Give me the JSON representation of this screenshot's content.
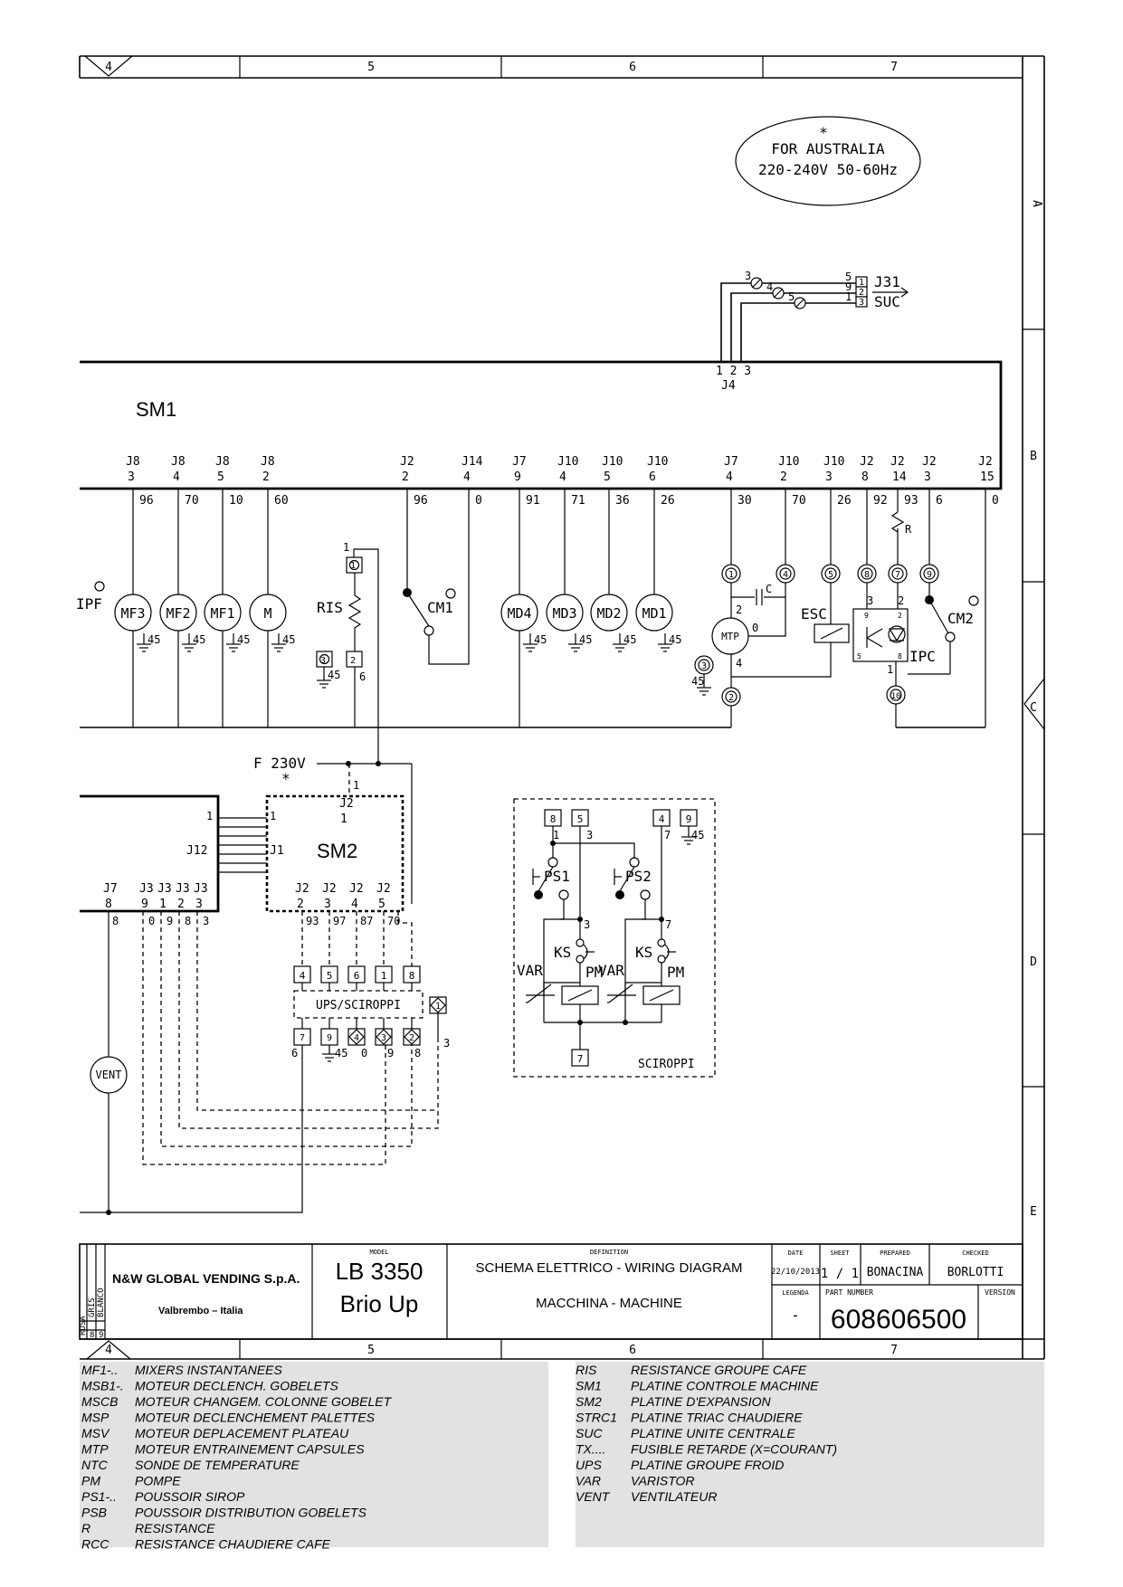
{
  "frame": {
    "columns": [
      "4",
      "5",
      "6",
      "7"
    ],
    "rows": [
      "A",
      "B",
      "C",
      "D",
      "E"
    ]
  },
  "note": {
    "star": "*",
    "line1": "FOR AUSTRALIA",
    "line2": "220-240V 50-60Hz"
  },
  "boards": {
    "sm1": "SM1",
    "sm2": "SM2"
  },
  "j31": {
    "label": "J31",
    "sub": "SUC",
    "pins": [
      "1",
      "2",
      "3"
    ],
    "wires": [
      "5",
      "9",
      "1"
    ],
    "fuses": [
      "3",
      "4",
      "5"
    ]
  },
  "j4": {
    "pins": "1 2 3",
    "label": "J4"
  },
  "sm1_connectors": [
    {
      "conn": "J8",
      "pin": "3",
      "wire": "96"
    },
    {
      "conn": "J8",
      "pin": "4",
      "wire": "70"
    },
    {
      "conn": "J8",
      "pin": "5",
      "wire": "10"
    },
    {
      "conn": "J8",
      "pin": "2",
      "wire": "60"
    },
    {
      "conn": "J2",
      "pin": "2",
      "wire": "96"
    },
    {
      "conn": "J14",
      "pin": "4",
      "wire": "0"
    },
    {
      "conn": "J7",
      "pin": "9",
      "wire": "91"
    },
    {
      "conn": "J10",
      "pin": "4",
      "wire": "71"
    },
    {
      "conn": "J10",
      "pin": "5",
      "wire": "36"
    },
    {
      "conn": "J10",
      "pin": "6",
      "wire": "26"
    },
    {
      "conn": "J7",
      "pin": "4",
      "wire": "30"
    },
    {
      "conn": "J10",
      "pin": "2",
      "wire": "70"
    },
    {
      "conn": "J10",
      "pin": "3",
      "wire": "26"
    },
    {
      "conn": "J2",
      "pin": "8",
      "wire": "92"
    },
    {
      "conn": "J2",
      "pin": "14",
      "wire": "93"
    },
    {
      "conn": "J2",
      "pin": "3",
      "wire": "6"
    },
    {
      "conn": "J2",
      "pin": "15",
      "wire": "0"
    }
  ],
  "components": {
    "ipf": "IPF",
    "motors": [
      "MF3",
      "MF2",
      "MF1",
      "M"
    ],
    "md": [
      "MD4",
      "MD3",
      "MD2",
      "MD1"
    ],
    "ground": "45",
    "ris": "RIS",
    "cm1": "CM1",
    "mtp": "MTP",
    "esc": "ESC",
    "cm2": "CM2",
    "ipc": "IPC",
    "r": "R",
    "c": "C",
    "vent": "VENT"
  },
  "terminals": {
    "ris": [
      "1",
      "3",
      "2",
      "6",
      "1"
    ],
    "mtp": [
      "1",
      "4",
      "3",
      "2",
      "2",
      "0",
      "4"
    ],
    "right": [
      "5",
      "8",
      "7",
      "9",
      "10"
    ],
    "ipc_pins": [
      "9",
      "2",
      "5",
      "8"
    ],
    "ipc_wires": [
      "3",
      "2",
      "1"
    ]
  },
  "power": {
    "fuse": "F 230V",
    "star": "*",
    "wire": "1",
    "j2": "J2",
    "j2pin": "1"
  },
  "sm2_block": {
    "j12": "J12",
    "j1": "J1",
    "pin1a": "1",
    "pin1b": "1",
    "j7": "J7",
    "j7pin": "8",
    "j7wire": "8",
    "j3": [
      "J3",
      "J3",
      "J3",
      "J3"
    ],
    "j3pins": [
      "9",
      "1",
      "2",
      "3"
    ],
    "j3wires": [
      "0",
      "9",
      "8",
      "3"
    ],
    "j2": [
      "J2",
      "J2",
      "J2",
      "J2"
    ],
    "j2pins": [
      "2",
      "3",
      "4",
      "5"
    ],
    "j2wires": [
      "93",
      "97",
      "87",
      "70"
    ]
  },
  "ups": {
    "label": "UPS/SCIROPPI",
    "top": [
      "4",
      "5",
      "6",
      "1",
      "8"
    ],
    "right_box": "1",
    "right_wire": "3",
    "bottom": [
      "7",
      "9",
      "4",
      "3",
      "2"
    ],
    "bottom_wires": [
      "6",
      "45",
      "0",
      "9",
      "8"
    ]
  },
  "sciroppi": {
    "label": "SCIROPPI",
    "boxes": [
      "8",
      "5",
      "4",
      "9"
    ],
    "wires": [
      "1",
      "3",
      "7",
      "45"
    ],
    "ps": [
      "PS1",
      "PS2"
    ],
    "ks": "KS",
    "var": "VAR",
    "pm": "PM",
    "nodes": [
      "3",
      "7"
    ],
    "bottom_box": "7"
  },
  "title_block": {
    "colors": [
      "ROSA",
      "GRIS",
      "BLANCO"
    ],
    "color_nums": [
      "8",
      "9"
    ],
    "company": "N&W GLOBAL VENDING S.p.A.",
    "city": "Valbrembo – Italia",
    "model_label": "MODEL",
    "model1": "LB 3350",
    "model2": "Brio Up",
    "definition_label": "DEFINITION",
    "definition1": "SCHEMA ELETTRICO - WIRING DIAGRAM",
    "definition2": "MACCHINA - MACHINE",
    "date_label": "DATE",
    "date": "22/10/2013",
    "sheet_label": "SHEET",
    "sheet": "1 / 1",
    "prepared_label": "PREPARED",
    "prepared": "BONACINA",
    "checked_label": "CHECKED",
    "checked": "BORLOTTI",
    "legenda_label": "LEGENDA",
    "legenda": "-",
    "part_label": "PART NUMBER",
    "part": "608606500",
    "version_label": "VERSION",
    "version": ""
  },
  "legend_left": [
    {
      "code": "MF1-..",
      "text": "MIXERS INSTANTANEES"
    },
    {
      "code": "MSB1-.",
      "text": "MOTEUR DECLENCH. GOBELETS"
    },
    {
      "code": "MSCB",
      "text": "MOTEUR CHANGEM. COLONNE GOBELET"
    },
    {
      "code": "MSP",
      "text": "MOTEUR DECLENCHEMENT PALETTES"
    },
    {
      "code": "MSV",
      "text": "MOTEUR DEPLACEMENT PLATEAU"
    },
    {
      "code": "MTP",
      "text": "MOTEUR ENTRAINEMENT CAPSULES"
    },
    {
      "code": "NTC",
      "text": "SONDE DE TEMPERATURE"
    },
    {
      "code": "PM",
      "text": "POMPE"
    },
    {
      "code": "PS1-..",
      "text": "POUSSOIR SIROP"
    },
    {
      "code": "PSB",
      "text": "POUSSOIR DISTRIBUTION GOBELETS"
    },
    {
      "code": "R",
      "text": "RESISTANCE"
    },
    {
      "code": "RCC",
      "text": "RESISTANCE CHAUDIERE CAFE"
    }
  ],
  "legend_right": [
    {
      "code": "RIS",
      "text": "RESISTANCE GROUPE CAFE"
    },
    {
      "code": "SM1",
      "text": "PLATINE CONTROLE MACHINE"
    },
    {
      "code": "SM2",
      "text": "PLATINE D'EXPANSION"
    },
    {
      "code": "STRC1",
      "text": "PLATINE TRIAC CHAUDIERE"
    },
    {
      "code": "SUC",
      "text": "PLATINE UNITE CENTRALE"
    },
    {
      "code": "TX....",
      "text": "FUSIBLE RETARDE (X=COURANT)"
    },
    {
      "code": "UPS",
      "text": "PLATINE GROUPE  FROID"
    },
    {
      "code": "VAR",
      "text": "VARISTOR"
    },
    {
      "code": "VENT",
      "text": "VENTILATEUR"
    }
  ]
}
